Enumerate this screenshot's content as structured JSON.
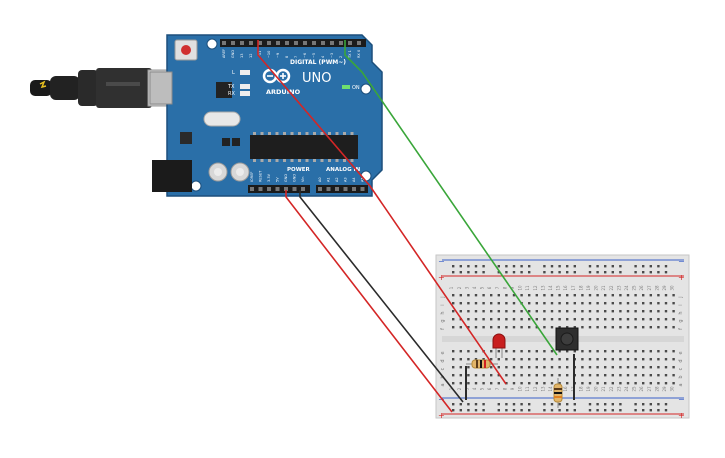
{
  "arduino": {
    "brand": "ARDUINO",
    "model": "UNO",
    "digital_label": "DIGITAL (PWM~)",
    "power_label": "POWER",
    "analog_label": "ANALOG IN",
    "on_label": "ON",
    "led_labels": [
      "L",
      "TX",
      "RX"
    ],
    "top_header_labels": [
      "AREF",
      "GND",
      "13",
      "12",
      "~11",
      "~10",
      "~9",
      "8",
      "7",
      "~6",
      "~5",
      "4",
      "~3",
      "2",
      "TX 1",
      "RX 0"
    ],
    "power_header_labels": [
      "IOREF",
      "RESET",
      "3.3V",
      "5V",
      "GND",
      "GND",
      "Vin"
    ],
    "analog_header_labels": [
      "A0",
      "A1",
      "A2",
      "A3",
      "A4",
      "A5"
    ]
  },
  "breadboard": {
    "row_letters_top": [
      "j",
      "i",
      "h",
      "g",
      "f"
    ],
    "row_letters_bottom": [
      "e",
      "d",
      "c",
      "b",
      "a"
    ],
    "column_numbers": [
      "1",
      "2",
      "3",
      "4",
      "5",
      "6",
      "7",
      "8",
      "9",
      "10",
      "11",
      "12",
      "13",
      "14",
      "15",
      "16",
      "17",
      "18",
      "19",
      "20",
      "21",
      "22",
      "23",
      "24",
      "25",
      "26",
      "27",
      "28",
      "29",
      "30"
    ],
    "rail_plus": "+",
    "rail_minus": "−"
  },
  "colors": {
    "board": "#2a6fa8",
    "board_dark": "#1c4f7c",
    "wire_red": "#d42626",
    "wire_black": "#2b2b2b",
    "wire_green": "#3aa63a",
    "breadboard": "#e4e4e4",
    "rail_red": "#d42626",
    "rail_blue": "#3a5fc8",
    "led": "#c81e1e"
  }
}
